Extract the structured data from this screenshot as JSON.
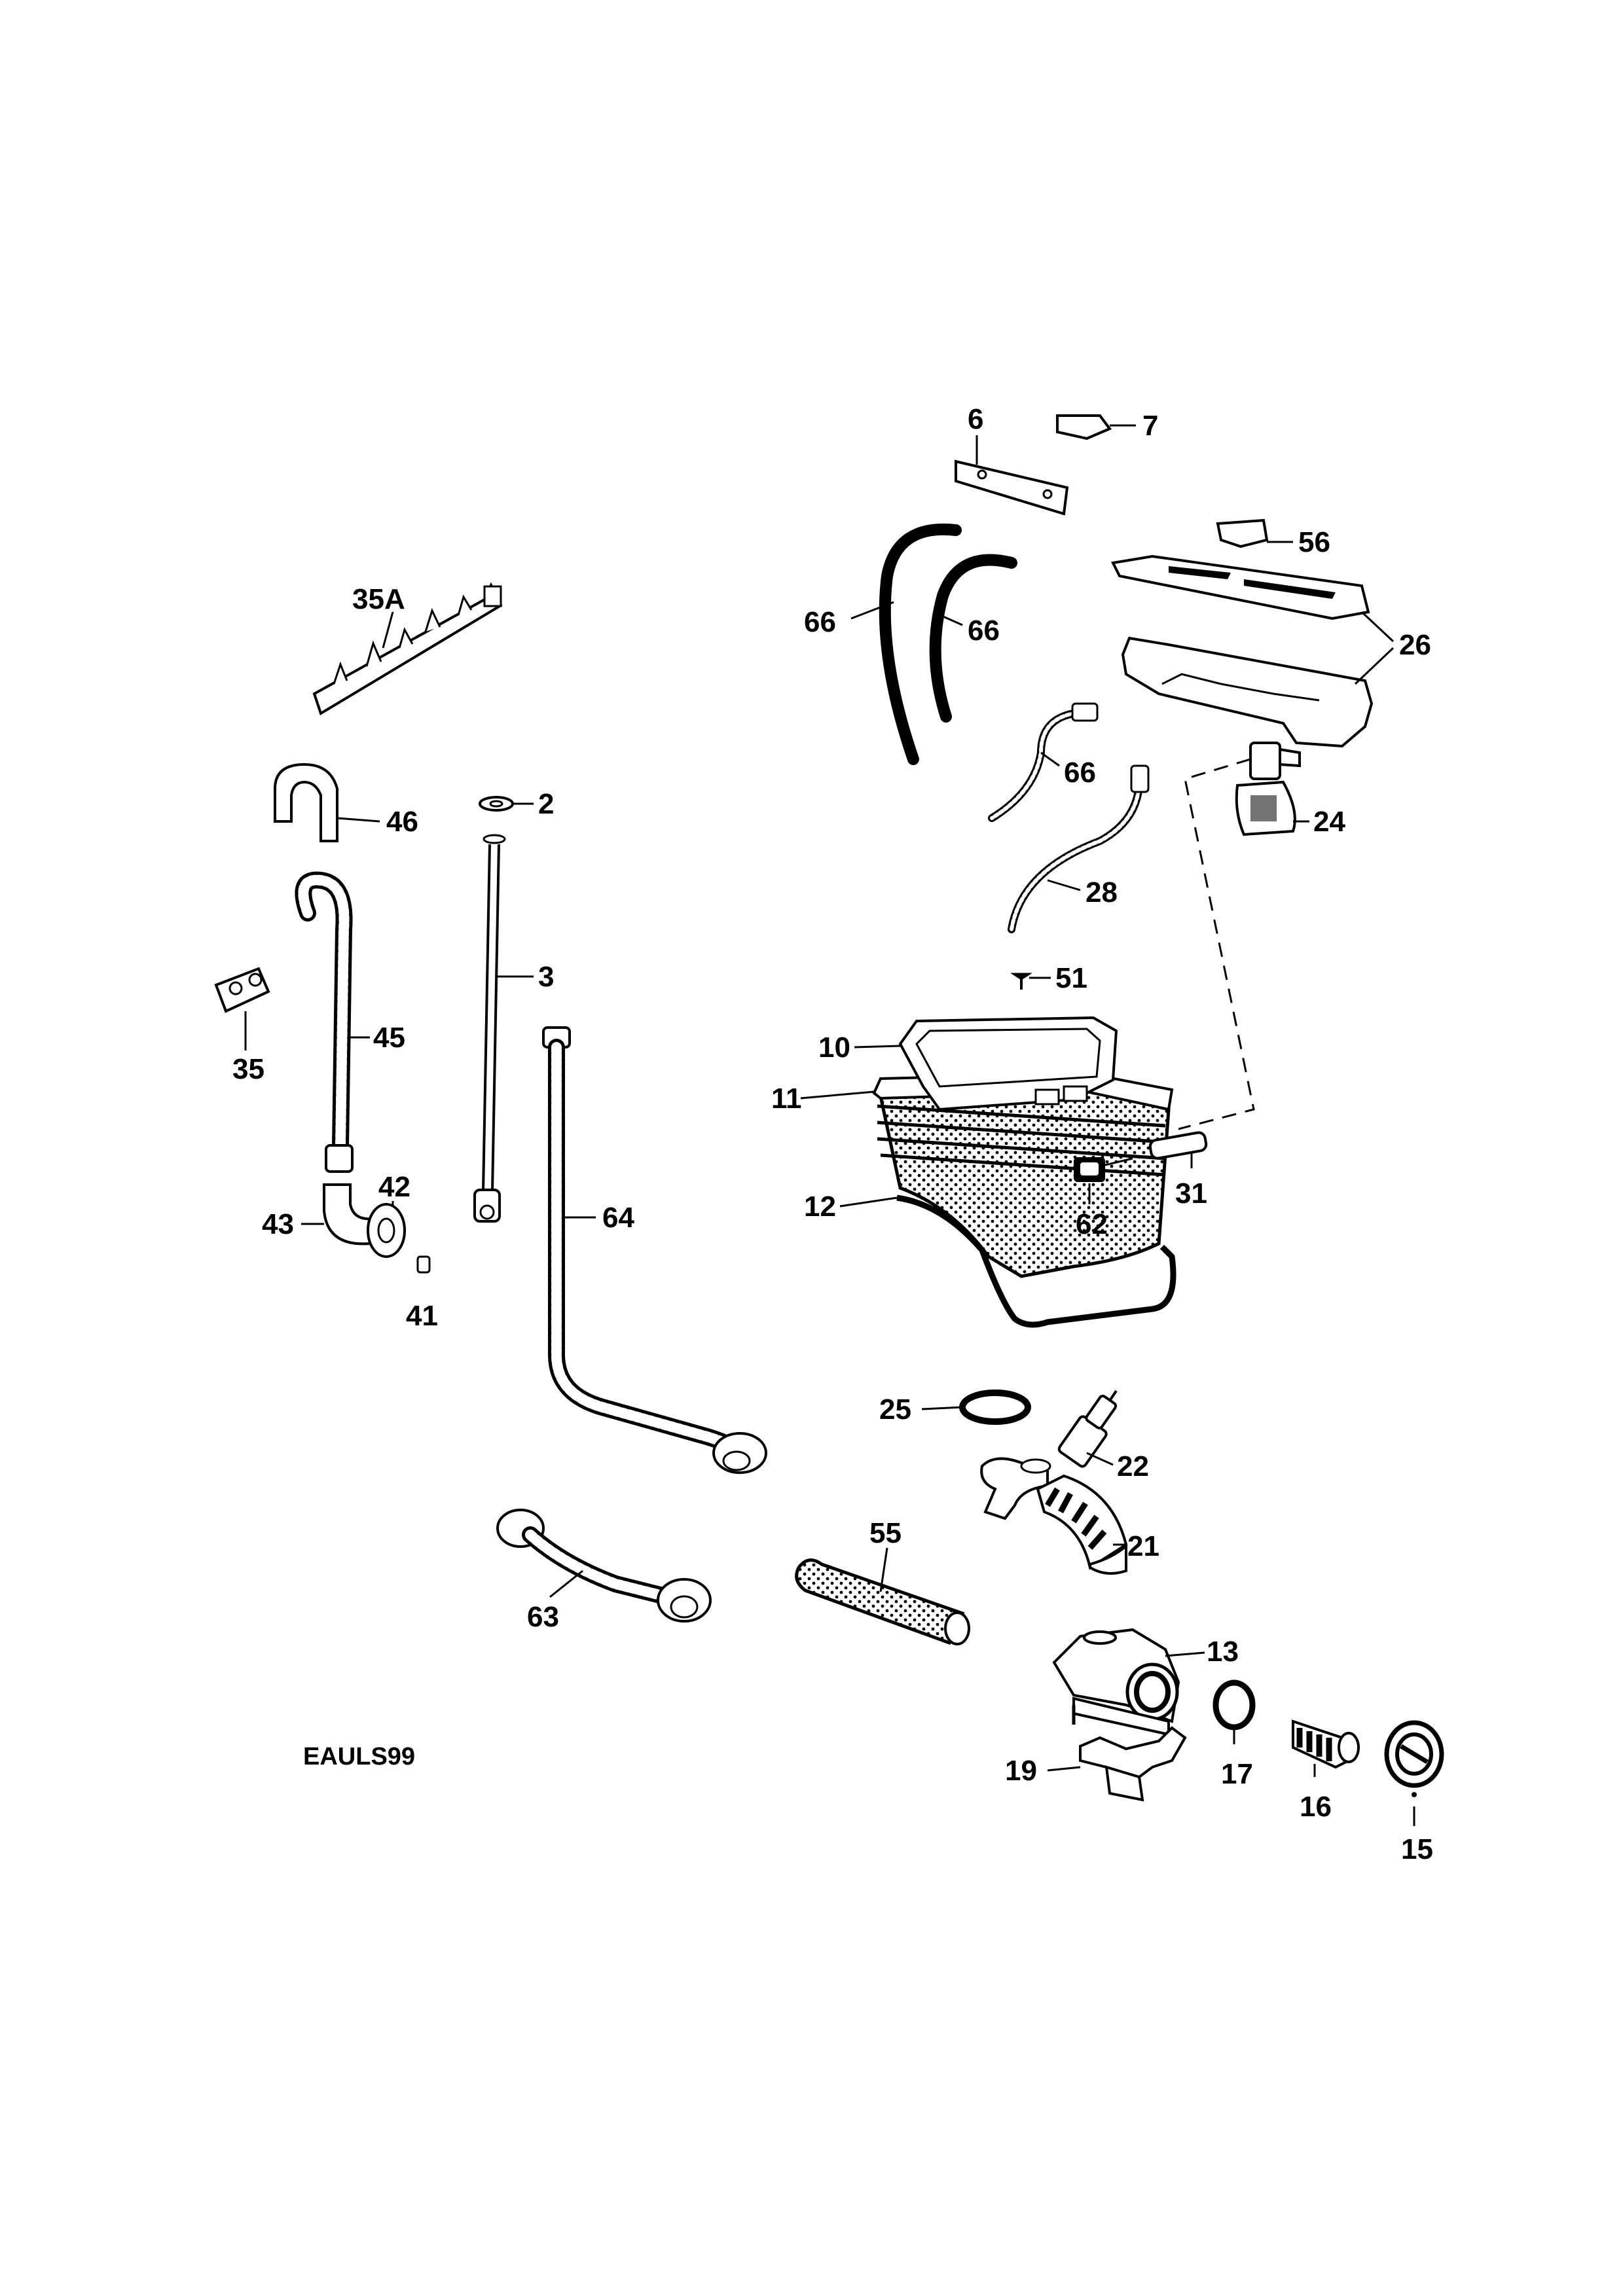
{
  "diagram": {
    "code": "EAULS99",
    "callouts": {
      "p35A": "35A",
      "p2": "2",
      "p46": "46",
      "p3": "3",
      "p45": "45",
      "p35": "35",
      "p42": "42",
      "p43": "43",
      "p41": "41",
      "p64": "64",
      "p63": "63",
      "p6": "6",
      "p7": "7",
      "p56": "56",
      "p66a": "66",
      "p66b": "66",
      "p66c": "66",
      "p26": "26",
      "p24": "24",
      "p28": "28",
      "p51": "51",
      "p10": "10",
      "p11": "11",
      "p12": "12",
      "p62": "62",
      "p31": "31",
      "p25": "25",
      "p22": "22",
      "p21": "21",
      "p55": "55",
      "p13": "13",
      "p17": "17",
      "p16": "16",
      "p15": "15",
      "p19": "19"
    }
  }
}
